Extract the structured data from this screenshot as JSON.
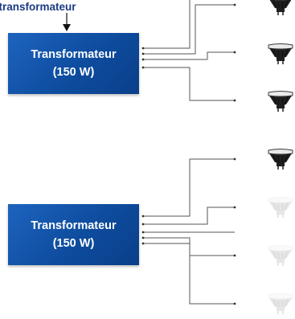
{
  "top_label": "ar transformateur",
  "transformers": [
    {
      "name": "Transformateur",
      "rating": "(150 W)"
    },
    {
      "name": "Transformateur",
      "rating": "(150 W)"
    }
  ],
  "group1": {
    "lamps_on": 3,
    "lamps_total": 3
  },
  "group2": {
    "lamps_on": 1,
    "lamps_total": 4
  },
  "colors": {
    "label_text": "#1a3a82",
    "box_blue": "#0e4c9e",
    "box_text": "#ffffff",
    "wire": "#555555",
    "lamp_on": "#1f1f1f",
    "lamp_off": "#e6e6e6"
  }
}
